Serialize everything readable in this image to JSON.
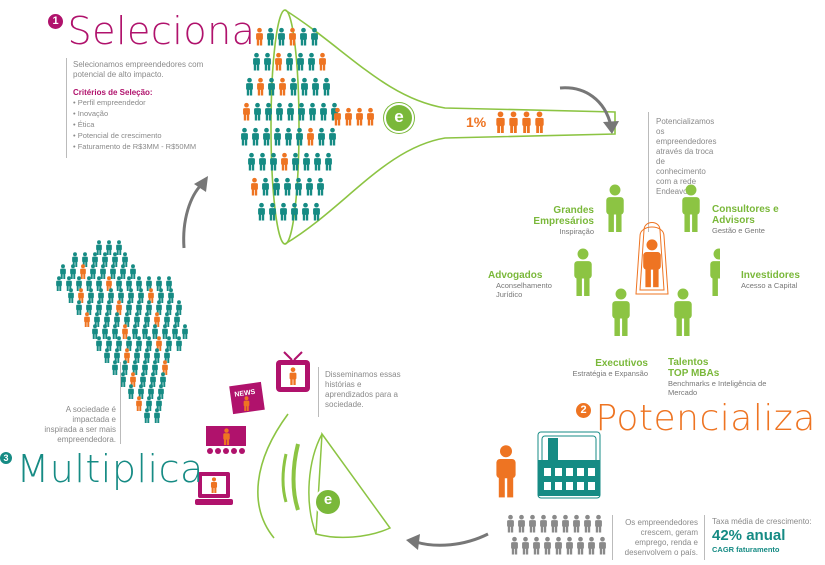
{
  "step1": {
    "number": "1",
    "title": "Seleciona",
    "description": "Selecionamos empreendedores com potencial de alto impacto.",
    "criteria_title": "Critérios de Seleção:",
    "criteria": [
      "• Perfil empreendedor",
      "• Inovação",
      "• Ética",
      "• Potencial de crescimento",
      "• Faturamento de R$3MM - R$50MM"
    ]
  },
  "funnel": {
    "percent": "1%",
    "logo": "e"
  },
  "step2": {
    "number": "2",
    "title": "Potencializa",
    "description": "Potencializamos os empreendedores através da troca de conhecimento com a rede Endeavor.",
    "network": [
      {
        "title": "Grandes Empresários",
        "sub": "Inspiração"
      },
      {
        "title": "Consultores e Advisors",
        "sub": "Gestão e Gente"
      },
      {
        "title": "Advogados",
        "sub": "Aconselhamento Jurídico"
      },
      {
        "title": "Investidores",
        "sub": "Acesso a Capital"
      },
      {
        "title": "Executivos",
        "sub": "Estratégia e Expansão"
      },
      {
        "title": "Talentos TOP MBAs",
        "sub": "Benchmarks e Inteligência de Mercado"
      }
    ],
    "growth_text": "Os empreendedores crescem, geram emprego, renda e desenvolvem o país.",
    "growth_label": "Taxa média de crescimento:",
    "growth_value": "42% anual",
    "growth_sub": "CAGR faturamento"
  },
  "step3": {
    "number": "3",
    "title": "Multiplica",
    "description": "Disseminamos essas histórias e aprendizados para a sociedade.",
    "society_text": "A sociedade é impactada e inspirada a ser mais empreendedora.",
    "news_label": "NEWS",
    "logo": "e"
  },
  "colors": {
    "teal": "#168b84",
    "orange": "#ee7422",
    "green": "#7ab83a",
    "magenta": "#b0126c",
    "grey": "#8a8a8a"
  }
}
